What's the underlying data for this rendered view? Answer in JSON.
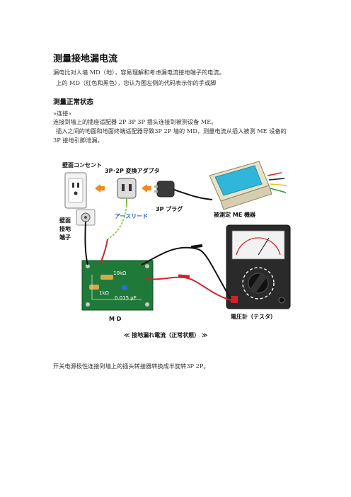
{
  "doc": {
    "title": "测量接地漏电流",
    "intro_line1": "漏电比对人墙 MD（地），容易理解和考虑漏电流接地端子的电流。",
    "intro_line2": "上的 MD（红色和黑色），您认为图左侧的代码表示你的手或脚",
    "subheading": "测量正常状态",
    "connect_marker": "»连接«",
    "step_line1": "连接到墙上的插座适配器   2P 3P 3P 插头连接到被测设备 ME。",
    "step_line2": "插入之间的地面和地面终端适配器导致3P    2P 墙的 MD，测量电流从插入被测 ME 设备的",
    "step_line3": "3P 接地引脚泄漏。",
    "footer_line": "开关电源极性连接到墙上的插头转接器转换成半旋转3P    2P。"
  },
  "figure": {
    "label_wall_outlet": "壁面コンセント",
    "label_adapter": "3P･2P 変換アダプタ",
    "label_earth_lead": "アースリード",
    "label_plug": "3P プラグ",
    "label_device": "被測定 ME 機器",
    "label_ground_terminal": "壁面接地端子",
    "label_resistor1": "10kΩ",
    "label_resistor2": "1kΩ",
    "label_capacitor": "0.015 μF",
    "label_md": "M D",
    "label_meter": "電圧計（テスタ）",
    "caption": "≪  接地漏れ電流（正常状態）  ≫",
    "colors": {
      "board_green": "#1f7a3a",
      "meter_dark": "#2a2a2a",
      "device_beige": "#e8e1c4",
      "screen_cyan": "#2fb6d8",
      "lead_red": "#d0222a",
      "lead_black": "#111111",
      "arrow_orange": "#f08a1c",
      "earth_green": "#7cc243"
    }
  }
}
